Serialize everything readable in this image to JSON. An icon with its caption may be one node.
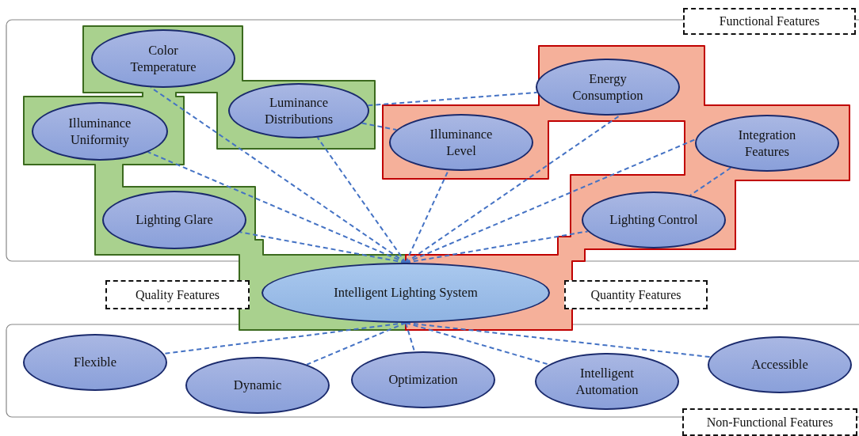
{
  "diagram": {
    "nodes": [
      {
        "text": [
          "Functional Features"
        ]
      },
      {
        "text": [
          "Color Temperature"
        ]
      },
      {
        "text": [
          "Illuminance Uniformity"
        ]
      },
      {
        "text": [
          "Luminance Distributions"
        ]
      },
      {
        "text": [
          "Lighting Glare"
        ]
      },
      {
        "text": [
          "Energy Consumption"
        ]
      },
      {
        "text": [
          "Illuminance Level"
        ]
      },
      {
        "text": [
          "Integration Features"
        ]
      },
      {
        "text": [
          "Lighting Control"
        ]
      },
      {
        "text": [
          "Quality Features"
        ]
      },
      {
        "text": [
          "Intelligent Lighting System"
        ]
      },
      {
        "text": [
          "Quantity Features"
        ]
      },
      {
        "text": [
          "Flexible"
        ]
      },
      {
        "text": [
          "Dynamic"
        ]
      },
      {
        "text": [
          "Optimization"
        ]
      },
      {
        "text": [
          "Intelligent Automation"
        ]
      },
      {
        "text": [
          "Accessible"
        ]
      },
      {
        "text": [
          "Non-Functional Features"
        ]
      }
    ],
    "edges": [
      {
        "from": 10,
        "to": 1,
        "arrow": "none",
        "style": "dashed"
      },
      {
        "from": 10,
        "to": 2,
        "arrow": "none",
        "style": "dashed"
      },
      {
        "from": 10,
        "to": 3,
        "arrow": "none",
        "style": "dashed"
      },
      {
        "from": 10,
        "to": 4,
        "arrow": "none",
        "style": "dashed"
      },
      {
        "from": 10,
        "to": 5,
        "arrow": "none",
        "style": "dashed"
      },
      {
        "from": 10,
        "to": 6,
        "arrow": "none",
        "style": "dashed"
      },
      {
        "from": 10,
        "to": 7,
        "arrow": "none",
        "style": "dashed"
      },
      {
        "from": 10,
        "to": 8,
        "arrow": "none",
        "style": "dashed"
      },
      {
        "from": 3,
        "to": 5,
        "arrow": "none",
        "style": "dashed"
      },
      {
        "from": 3,
        "to": 6,
        "arrow": "none",
        "style": "dashed"
      },
      {
        "from": 7,
        "to": 8,
        "arrow": "none",
        "style": "dashed"
      },
      {
        "from": 10,
        "to": 12,
        "arrow": "none",
        "style": "dashed"
      },
      {
        "from": 10,
        "to": 13,
        "arrow": "none",
        "style": "dashed"
      },
      {
        "from": 10,
        "to": 14,
        "arrow": "none",
        "style": "dashed"
      },
      {
        "from": 10,
        "to": 15,
        "arrow": "none",
        "style": "dashed"
      },
      {
        "from": 10,
        "to": 16,
        "arrow": "none",
        "style": "dashed"
      }
    ]
  }
}
